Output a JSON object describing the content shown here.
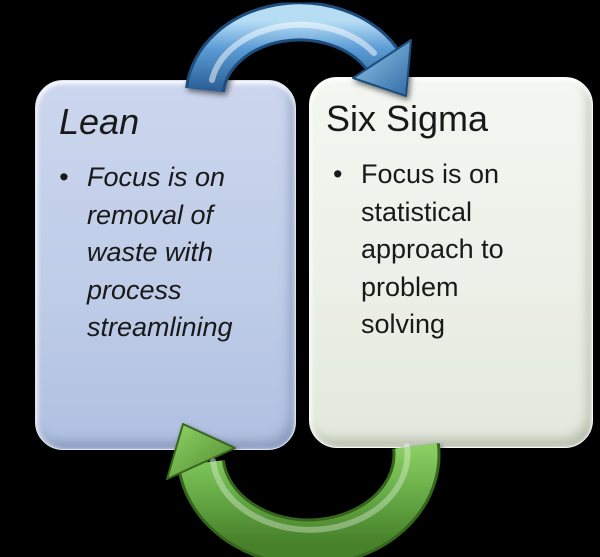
{
  "canvas": {
    "background": "#000000"
  },
  "bullet_glyph": "•",
  "panels": [
    {
      "id": "lean",
      "title": "Lean",
      "bullet_text": "Focus is on\nremoval of\nwaste with\nprocess\nstreamlining",
      "fill": "#bfcde8",
      "text_style": "italic"
    },
    {
      "id": "six-sigma",
      "title": "Six Sigma",
      "bullet_text": "Focus is on\nstatistical\napproach to\nproblem\nsolving",
      "fill": "#ecf0e8",
      "text_style": "normal"
    }
  ],
  "arrows": [
    {
      "id": "top-arrow",
      "shape": "semicircular",
      "from": "Lean",
      "to": "Six Sigma",
      "color": "#5b9bd5"
    },
    {
      "id": "bottom-arrow",
      "shape": "semicircular",
      "from": "Six Sigma",
      "to": "Lean",
      "color": "#6ab04a"
    }
  ],
  "text_color": "#191919"
}
